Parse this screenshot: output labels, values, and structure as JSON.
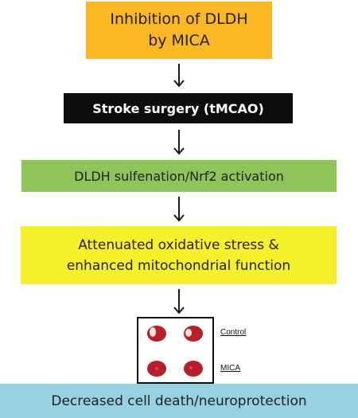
{
  "colors": {
    "step1": "#fbb724",
    "step2": "#0d0d0d",
    "step3": "#8dc55a",
    "step4": "#f6ef2c",
    "step5": "#97d1e2",
    "arrow": "#1a1a1a",
    "tissue": "#b81f2a"
  },
  "steps": [
    {
      "lines": [
        "Inhibition of DLDH",
        "by MICA"
      ]
    },
    {
      "text": "Stroke surgery (tMCAO)"
    },
    {
      "text": "DLDH sulfenation/Nrf2 activation"
    },
    {
      "lines": [
        "Attenuated oxidative stress &",
        "enhanced mitochondrial function"
      ]
    },
    {
      "text": "Decreased cell death/neuroprotection"
    }
  ],
  "samples": {
    "control_label": "Control",
    "mica_label": "MICA"
  }
}
